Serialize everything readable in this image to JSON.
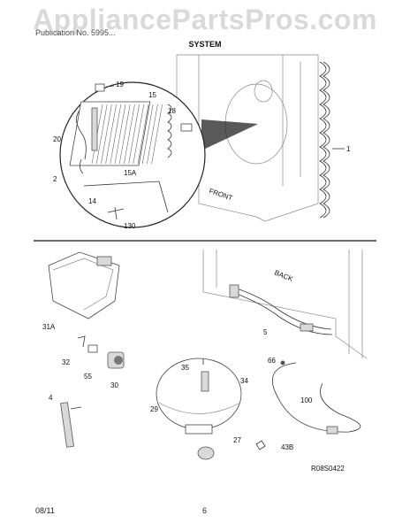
{
  "watermark": "AppliancePartsPros.com",
  "header": {
    "left_text": "Publication No. 5995... ",
    "title": "SYSTEM"
  },
  "callouts": {
    "p19": "19",
    "p15": "15",
    "p18": "18",
    "p20": "20",
    "p15A": "15A",
    "p2": "2",
    "p14": "14",
    "p130": "130",
    "p1": "1",
    "p31A": "31A",
    "p5": "5",
    "p32": "32",
    "p55": "55",
    "p30": "30",
    "p35": "35",
    "p34": "34",
    "p66": "66",
    "p4": "4",
    "p29": "29",
    "p100": "100",
    "p27": "27",
    "p43B": "43B"
  },
  "labels": {
    "front": "FRONT",
    "back": "BACK"
  },
  "figure_code": "R08S0422",
  "footer": {
    "date": "08/11",
    "page": "6"
  }
}
